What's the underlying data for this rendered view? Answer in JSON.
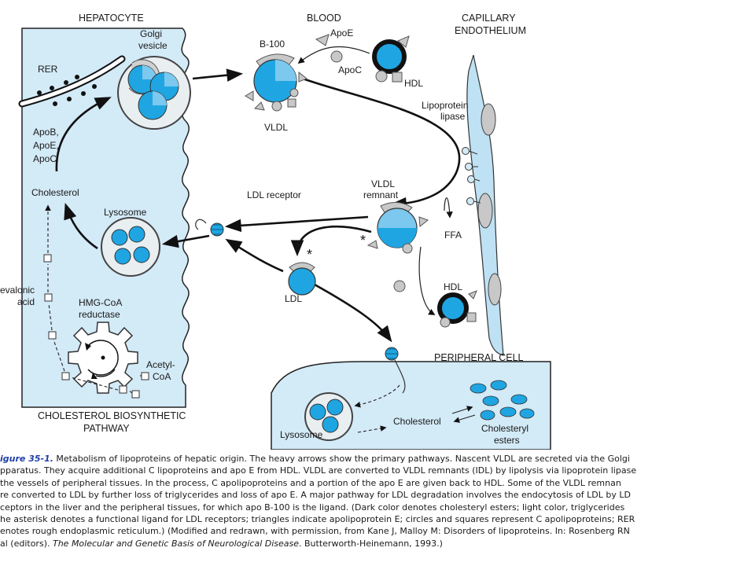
{
  "labels": {
    "hepatocyte": "HEPATOCYTE",
    "blood": "BLOOD",
    "capillary_1": "CAPILLARY",
    "capillary_2": "ENDOTHELIUM",
    "golgi_1": "Golgi",
    "golgi_2": "vesicle",
    "rer": "RER",
    "b100": "B-100",
    "apoe": "ApoE",
    "apoc": "ApoC",
    "hdl_top": "HDL",
    "vldl": "VLDL",
    "lpl_1": "Lipoprotein",
    "lpl_2": "lipase",
    "apob": "ApoB,",
    "apoe2": "ApoE,",
    "apoc2": "ApoC",
    "cholesterol_liver": "Cholesterol",
    "ldl_receptor": "LDL receptor",
    "vldl_rem_1": "VLDL",
    "vldl_rem_2": "remnant",
    "lysosome_liver": "Lysosome",
    "ffa": "FFA",
    "asterisk_rem": "*",
    "asterisk_ldl": "*",
    "mevalonic_1": "evalonic",
    "mevalonic_2": "acid",
    "ldl": "LDL",
    "hdl_bottom": "HDL",
    "hmg_1": "HMG-CoA",
    "hmg_2": "reductase",
    "acetyl_1": "Acetyl-",
    "acetyl_2": "CoA",
    "peripheral_cell": "PERIPHERAL CELL",
    "biosyn_1": "CHOLESTEROL BIOSYNTHETIC",
    "biosyn_2": "PATHWAY",
    "cholesterol_periph": "Cholesterol",
    "cholesteryl_1": "Cholesteryl",
    "cholesteryl_2": "esters",
    "lysosome_periph": "Lysosome"
  },
  "caption": {
    "figure_label": "igure 35-1.",
    "line1": " Metabolism of lipoproteins of hepatic origin. The heavy arrows show the primary pathways. Nascent VLDL are secreted via the Golgi",
    "line2": "pparatus. They acquire additional C lipoproteins and apo E from HDL. VLDL are converted to VLDL remnants (IDL) by lipolysis via lipoprotein lipase",
    "line3": " the vessels of peripheral tissues. In the process, C apolipoproteins and a portion of the apo E are given back to HDL. Some of the VLDL remnan",
    "line4": "re converted to LDL by further loss of triglycerides and loss of apo E. A major pathway for LDL degradation involves the endocytosis of LDL by LD",
    "line5": "ceptors in the liver and the peripheral tissues, for which apo B-100 is the ligand. (Dark color denotes cholesteryl esters; light color, triglycerides",
    "line6": "he asterisk denotes a functional ligand for LDL receptors; triangles indicate apolipoprotein E; circles and squares represent C apolipoproteins; RER",
    "line7": "enotes rough endoplasmic reticulum.) (Modified and redrawn, with permission, from Kane J, Malloy M: Disorders of lipoproteins. In: Rosenberg RN",
    "line8_prefix": " al (editors). ",
    "line8_italic": "The Molecular and Genetic Basis of Neurological Disease",
    "line8_suffix": ". Butterworth-Heinemann, 1993.)"
  },
  "colors": {
    "cell_fill": "#d3eaf7",
    "particle_blue": "#1fa6e2",
    "particle_light": "#7cc8ee",
    "apo_gray": "#bcbcbc",
    "text": "#1a1a1a",
    "figure_label": "#1f3ea8"
  }
}
